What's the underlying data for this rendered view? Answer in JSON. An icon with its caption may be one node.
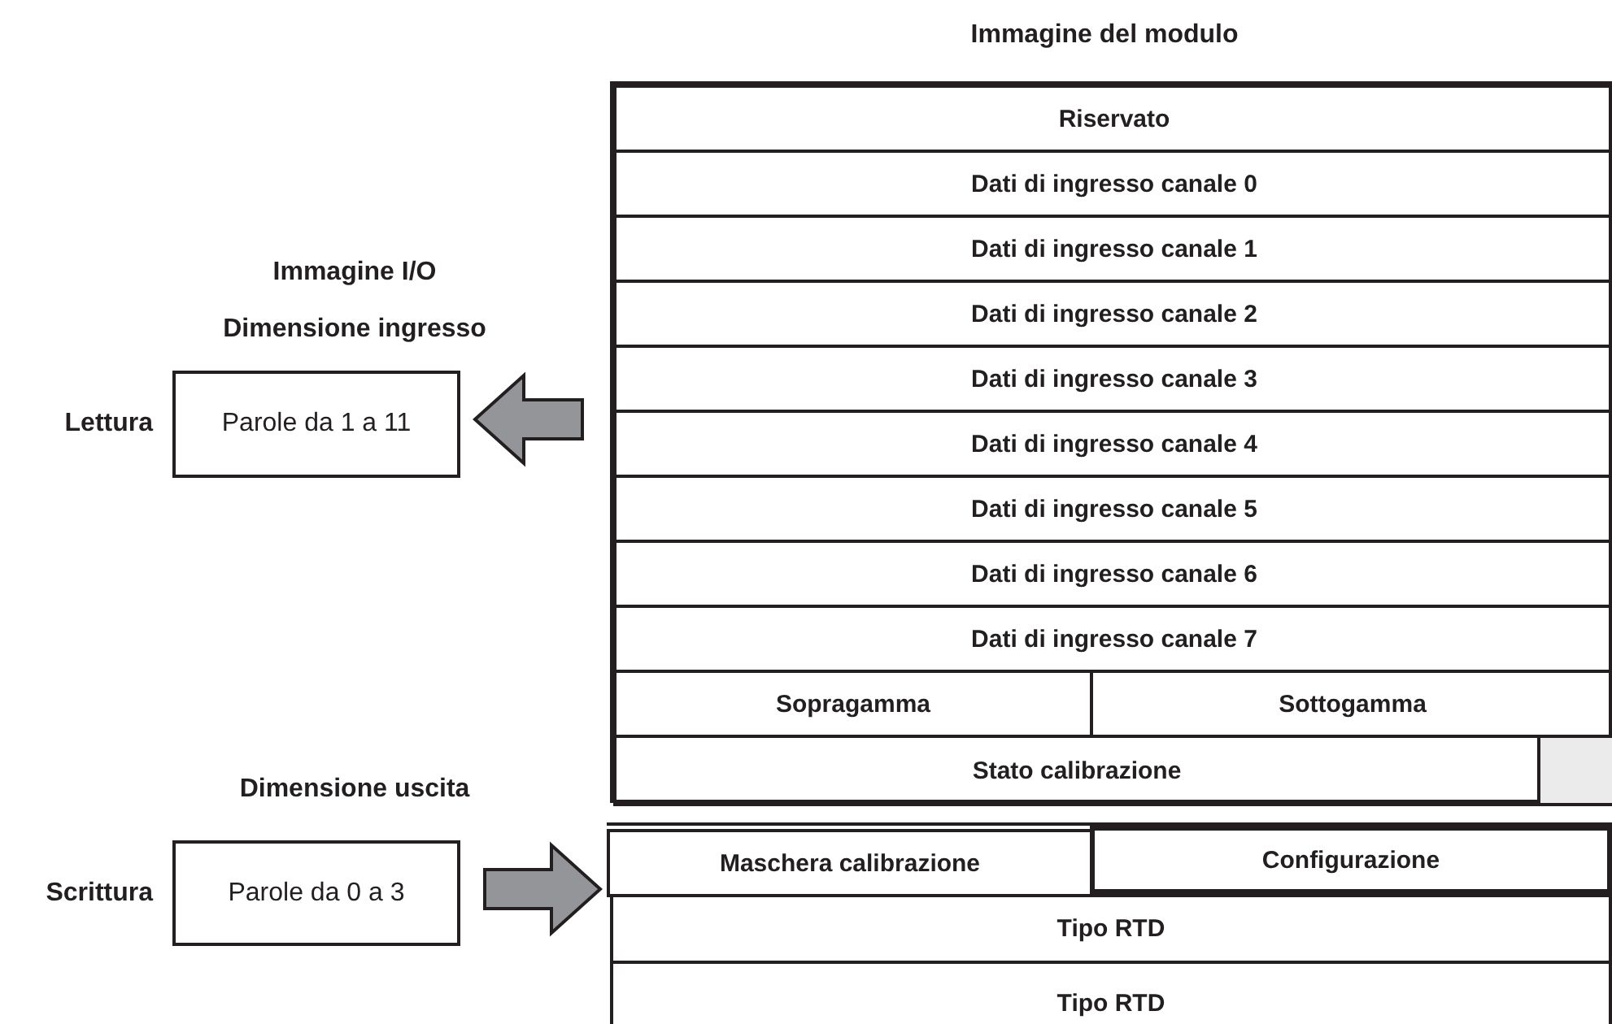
{
  "diagram": {
    "nodes": [
      {
        "text": [
          "Immagine del modulo"
        ]
      },
      {
        "text": [
          "Riservato"
        ],
        "in": 0
      },
      {
        "text": [
          "Dati di ingresso canale 0"
        ],
        "in": 0
      },
      {
        "text": [
          "Dati di ingresso canale 1"
        ],
        "in": 0
      },
      {
        "text": [
          "Dati di ingresso canale 2"
        ],
        "in": 0
      },
      {
        "text": [
          "Dati di ingresso canale 3"
        ],
        "in": 0
      },
      {
        "text": [
          "Dati di ingresso canale 4"
        ],
        "in": 0
      },
      {
        "text": [
          "Dati di ingresso canale 5"
        ],
        "in": 0
      },
      {
        "text": [
          "Dati di ingresso canale 6"
        ],
        "in": 0
      },
      {
        "text": [
          "Dati di ingresso canale 7"
        ],
        "in": 0
      },
      {
        "text": [
          "Sopragamma"
        ],
        "in": 0
      },
      {
        "text": [
          "Sottogamma"
        ],
        "in": 0
      },
      {
        "text": [
          "Stato calibrazione"
        ],
        "in": 0
      },
      {
        "text": [],
        "shape": "box",
        "in": 0
      },
      {
        "text": [
          "Parole da 1 a 11"
        ],
        "beside": [
          "Lettura"
        ]
      },
      {
        "text": [
          "Parole da 0 a 3"
        ],
        "beside": [
          "Scrittura"
        ]
      },
      {
        "text": [],
        "shape": "box"
      },
      {
        "text": [
          "Maschera calibrazione"
        ],
        "in": 16
      },
      {
        "text": [
          "Configurazione"
        ],
        "in": 16
      },
      {
        "text": [
          "Tipo RTD"
        ],
        "in": 16
      },
      {
        "text": [
          "Tipo RTD"
        ],
        "in": 16
      }
    ],
    "edges": [
      {
        "from": 0,
        "to": 14,
        "arrow": "to"
      },
      {
        "from": 15,
        "to": 16,
        "arrow": "to"
      }
    ],
    "labels": [
      "Immagine I/O",
      "Dimensione ingresso",
      "Dimensione uscita"
    ]
  }
}
